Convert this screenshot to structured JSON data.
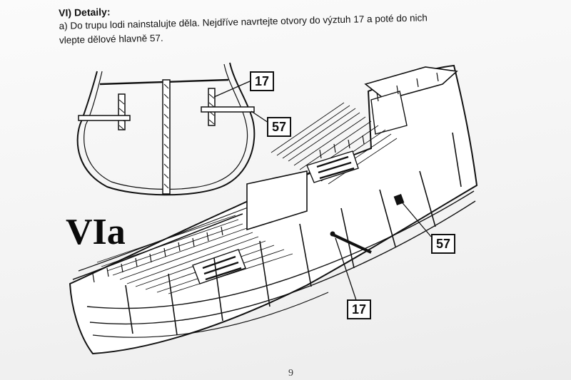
{
  "instructions": {
    "heading": "VI) Detaily:",
    "line1": "a) Do trupu lodi nainstalujte děla. Nejdříve navrtejte otvory do výztuh 17 a poté do nich",
    "line2": "vlepte dělové hlavně 57."
  },
  "section_label": "VIa",
  "callouts": {
    "cross_section_top": "17",
    "cross_section_bottom": "57",
    "hull_right": "57",
    "hull_bottom": "17"
  },
  "page_number": "9",
  "colors": {
    "ink": "#111111",
    "paper": "#f6f6f6",
    "background": "#dcdcdc"
  }
}
